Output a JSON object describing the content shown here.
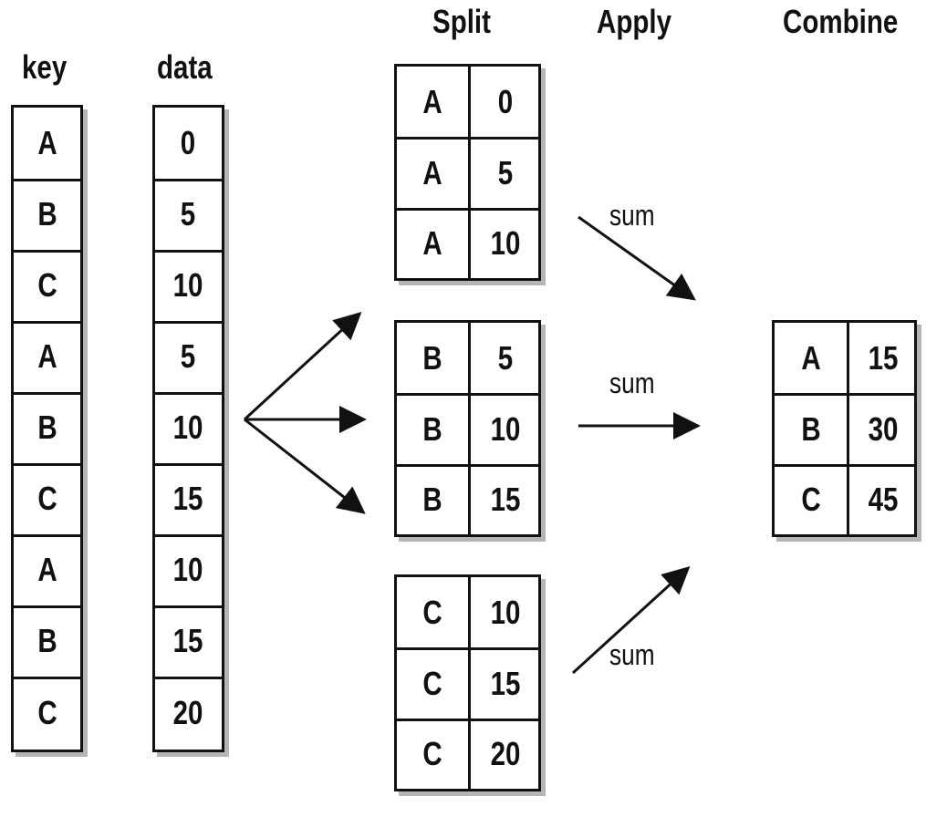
{
  "headers": {
    "key": "key",
    "data": "data",
    "split": "Split",
    "apply": "Apply",
    "combine": "Combine"
  },
  "key_column": [
    "A",
    "B",
    "C",
    "A",
    "B",
    "C",
    "A",
    "B",
    "C"
  ],
  "data_column": [
    "0",
    "5",
    "10",
    "5",
    "10",
    "15",
    "10",
    "15",
    "20"
  ],
  "split_groups": [
    {
      "rows": [
        [
          "A",
          "0"
        ],
        [
          "A",
          "5"
        ],
        [
          "A",
          "10"
        ]
      ]
    },
    {
      "rows": [
        [
          "B",
          "5"
        ],
        [
          "B",
          "10"
        ],
        [
          "B",
          "15"
        ]
      ]
    },
    {
      "rows": [
        [
          "C",
          "10"
        ],
        [
          "C",
          "15"
        ],
        [
          "C",
          "20"
        ]
      ]
    }
  ],
  "apply_labels": [
    "sum",
    "sum",
    "sum"
  ],
  "combined": [
    [
      "A",
      "15"
    ],
    [
      "B",
      "30"
    ],
    [
      "C",
      "45"
    ]
  ]
}
